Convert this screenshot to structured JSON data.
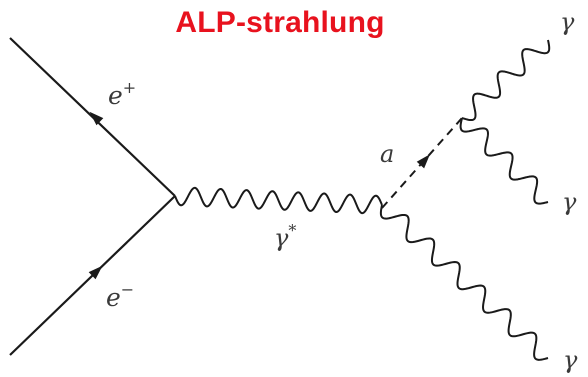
{
  "title": "ALP-strahlung",
  "colors": {
    "title": "#e8121e",
    "line": "#1a1a1a",
    "label": "#3a3a3a"
  },
  "particles": {
    "positron": {
      "symbol": "e",
      "sup": "+"
    },
    "electron": {
      "symbol": "e",
      "sup": "−"
    },
    "virtual_photon": {
      "symbol": "γ",
      "sup": "*"
    },
    "alp": {
      "symbol": "a"
    },
    "photon_top": {
      "symbol": "γ"
    },
    "photon_mid": {
      "symbol": "γ"
    },
    "photon_bottom": {
      "symbol": "γ"
    }
  }
}
